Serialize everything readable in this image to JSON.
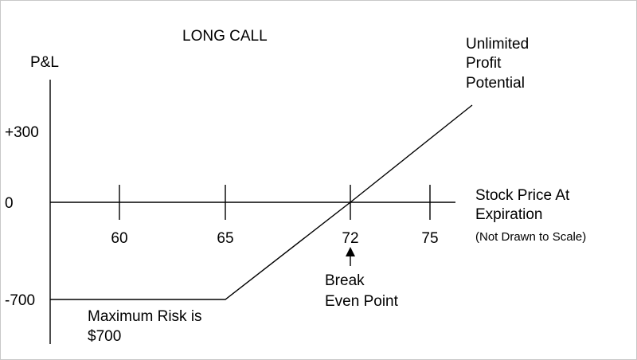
{
  "chart_data": {
    "type": "line",
    "title": "LONG CALL",
    "ylabel": "P&L",
    "xlabel_lines": [
      "Stock Price At",
      "Expiration"
    ],
    "xlabel_note": "(Not Drawn to Scale)",
    "y_ticks": [
      {
        "value": 300,
        "label": "+300"
      },
      {
        "value": 0,
        "label": "0"
      },
      {
        "value": -700,
        "label": "-700"
      }
    ],
    "x_ticks": [
      {
        "value": 60,
        "label": "60"
      },
      {
        "value": 65,
        "label": "65"
      },
      {
        "value": 72,
        "label": "72"
      },
      {
        "value": 75,
        "label": "75"
      }
    ],
    "series": [
      {
        "points": [
          {
            "x": 57,
            "y": -700
          },
          {
            "x": 65,
            "y": -700
          },
          {
            "x": 72,
            "y": 0
          },
          {
            "x": 77,
            "y": 500
          }
        ]
      }
    ],
    "annotations": {
      "upper_right_lines": [
        "Unlimited",
        "Profit",
        "Potential"
      ],
      "break_even_lines": [
        "Break",
        "Even Point"
      ],
      "max_risk_lines": [
        "Maximum Risk is",
        "$700"
      ],
      "break_even_x": 72
    },
    "line_color": "#000000",
    "background": "#ffffff"
  }
}
